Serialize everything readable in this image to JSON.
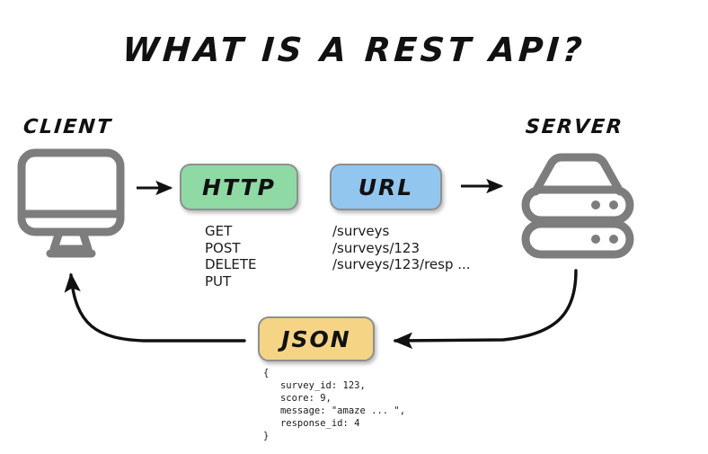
{
  "title": "WHAT IS A REST API?",
  "endpoints": {
    "client": {
      "label": "CLIENT",
      "icon": "monitor-icon"
    },
    "server": {
      "label": "SERVER",
      "icon": "server-stack-icon"
    }
  },
  "boxes": {
    "http": {
      "label": "HTTP",
      "color": "#8fd9a4"
    },
    "url": {
      "label": "URL",
      "color": "#93c6ef"
    },
    "json": {
      "label": "JSON",
      "color": "#f5d486"
    }
  },
  "http_methods": [
    "GET",
    "POST",
    "DELETE",
    "PUT"
  ],
  "url_paths": [
    "/surveys",
    "/surveys/123",
    "/surveys/123/resp ..."
  ],
  "json_body": [
    "{",
    "   survey_id: 123,",
    "   score: 9,",
    "   message: \"amaze ... \",",
    "   response_id: 4",
    "}"
  ],
  "arrows": [
    {
      "name": "client-to-http",
      "kind": "straight-right"
    },
    {
      "name": "url-to-server",
      "kind": "straight-right"
    },
    {
      "name": "server-to-json",
      "kind": "curved-left"
    },
    {
      "name": "json-to-client",
      "kind": "curved-up-left"
    }
  ],
  "colors": {
    "icon_gray": "#7d7d7d",
    "stroke_dark": "#111111",
    "background": "#ffffff"
  }
}
